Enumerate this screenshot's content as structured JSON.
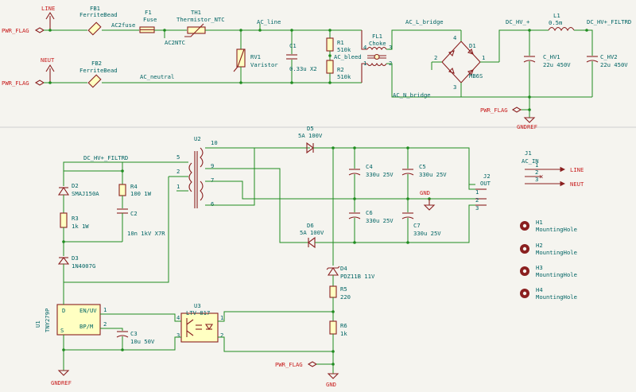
{
  "power_flags": [
    "PWR_FLAG",
    "PWR_FLAG",
    "PWR_FLAG",
    "PWR_FLAG"
  ],
  "power_ports": {
    "line": "LINE",
    "neut": "NEUT",
    "gndref_top": "GNDREF",
    "gndref_bottom": "GNDREF",
    "gnd_mid": "GND",
    "gnd_bottom": "GND"
  },
  "nets": {
    "ac2fuse": "AC2fuse",
    "ac2ntc": "AC2NTC",
    "ac_line": "AC_line",
    "ac_neutral": "AC_neutral",
    "ac_bleed": "AC_bleed",
    "ac_l_bridge": "AC_L_bridge",
    "ac_n_bridge": "AC_N_bridge",
    "dc_hv_plus": "DC_HV_+",
    "dc_hv_filtrd_top": "DC_HV+_FILTRD",
    "dc_hv_filtrd_mid": "DC_HV+_FILTRD"
  },
  "components": {
    "fb1": {
      "ref": "FB1",
      "value": "FerriteBead"
    },
    "fb2": {
      "ref": "FB2",
      "value": "FerriteBead"
    },
    "f1": {
      "ref": "F1",
      "value": "Fuse"
    },
    "th1": {
      "ref": "TH1",
      "value": "Thermistor_NTC"
    },
    "rv1": {
      "ref": "RV1",
      "value": "Varistor"
    },
    "c1": {
      "ref": "C1",
      "value": "0.33u X2"
    },
    "r1": {
      "ref": "R1",
      "value": "510k"
    },
    "r2": {
      "ref": "R2",
      "value": "510k"
    },
    "fl1": {
      "ref": "FL1",
      "value": "Choke"
    },
    "d1": {
      "ref": "D1",
      "value": "MB6S"
    },
    "l1": {
      "ref": "L1",
      "value": "0.5m"
    },
    "c_hv1": {
      "ref": "C_HV1",
      "value": "22u 450V"
    },
    "c_hv2": {
      "ref": "C_HV2",
      "value": "22u 450V"
    },
    "u2": {
      "ref": "U2"
    },
    "d2": {
      "ref": "D2",
      "value": "SMAJ150A"
    },
    "r4": {
      "ref": "R4",
      "value": "100 1W"
    },
    "r3": {
      "ref": "R3",
      "value": "1k 1W"
    },
    "c2": {
      "ref": "C2",
      "value": "10n 1kV X7R"
    },
    "d3": {
      "ref": "D3",
      "value": "1N4007G"
    },
    "d5": {
      "ref": "D5",
      "value": "5A 100V"
    },
    "d6": {
      "ref": "D6",
      "value": "5A 100V"
    },
    "c4": {
      "ref": "C4",
      "value": "330u 25V"
    },
    "c5": {
      "ref": "C5",
      "value": "330u 25V"
    },
    "c6": {
      "ref": "C6",
      "value": "330u 25V"
    },
    "c7": {
      "ref": "C7",
      "value": "330u 25V"
    },
    "j2": {
      "ref": "J2",
      "value": "OUT"
    },
    "j1": {
      "ref": "J1",
      "value": "AC_IN",
      "pin1": "LINE",
      "pin3": "NEUT"
    },
    "d4": {
      "ref": "D4",
      "value": "PDZ11B 11V"
    },
    "r5": {
      "ref": "R5",
      "value": "220"
    },
    "r6": {
      "ref": "R6",
      "value": "1k"
    },
    "u1": {
      "ref": "U1",
      "value": "TNY279P",
      "pin_en": "EN/UV",
      "pin_bp": "BP/M",
      "pin_d": "D",
      "pin_s": "S"
    },
    "c3": {
      "ref": "C3",
      "value": "10u 50V"
    },
    "u3": {
      "ref": "U3",
      "value": "LTV-817"
    },
    "h1": {
      "ref": "H1",
      "value": "MountingHole"
    },
    "h2": {
      "ref": "H2",
      "value": "MountingHole"
    },
    "h3": {
      "ref": "H3",
      "value": "MountingHole"
    },
    "h4": {
      "ref": "H4",
      "value": "MountingHole"
    }
  },
  "pins": {
    "u2": [
      "10",
      "9",
      "7",
      "6",
      "5",
      "2",
      "1"
    ],
    "d1": [
      "4",
      "2",
      "3",
      "1"
    ],
    "fl1": [
      "4",
      "3",
      "1",
      "2"
    ],
    "j1": [
      "1",
      "2",
      "3"
    ],
    "j2": [
      "1",
      "2",
      "3"
    ],
    "u1": [
      "1",
      "2"
    ],
    "u3": [
      "4",
      "3",
      "1",
      "2"
    ]
  },
  "colors": {
    "wire": "#1f8c1f",
    "component": "#8a1f1f",
    "label": "#006464",
    "power_flag": "#c81e1e",
    "background": "#f5f4ef"
  }
}
